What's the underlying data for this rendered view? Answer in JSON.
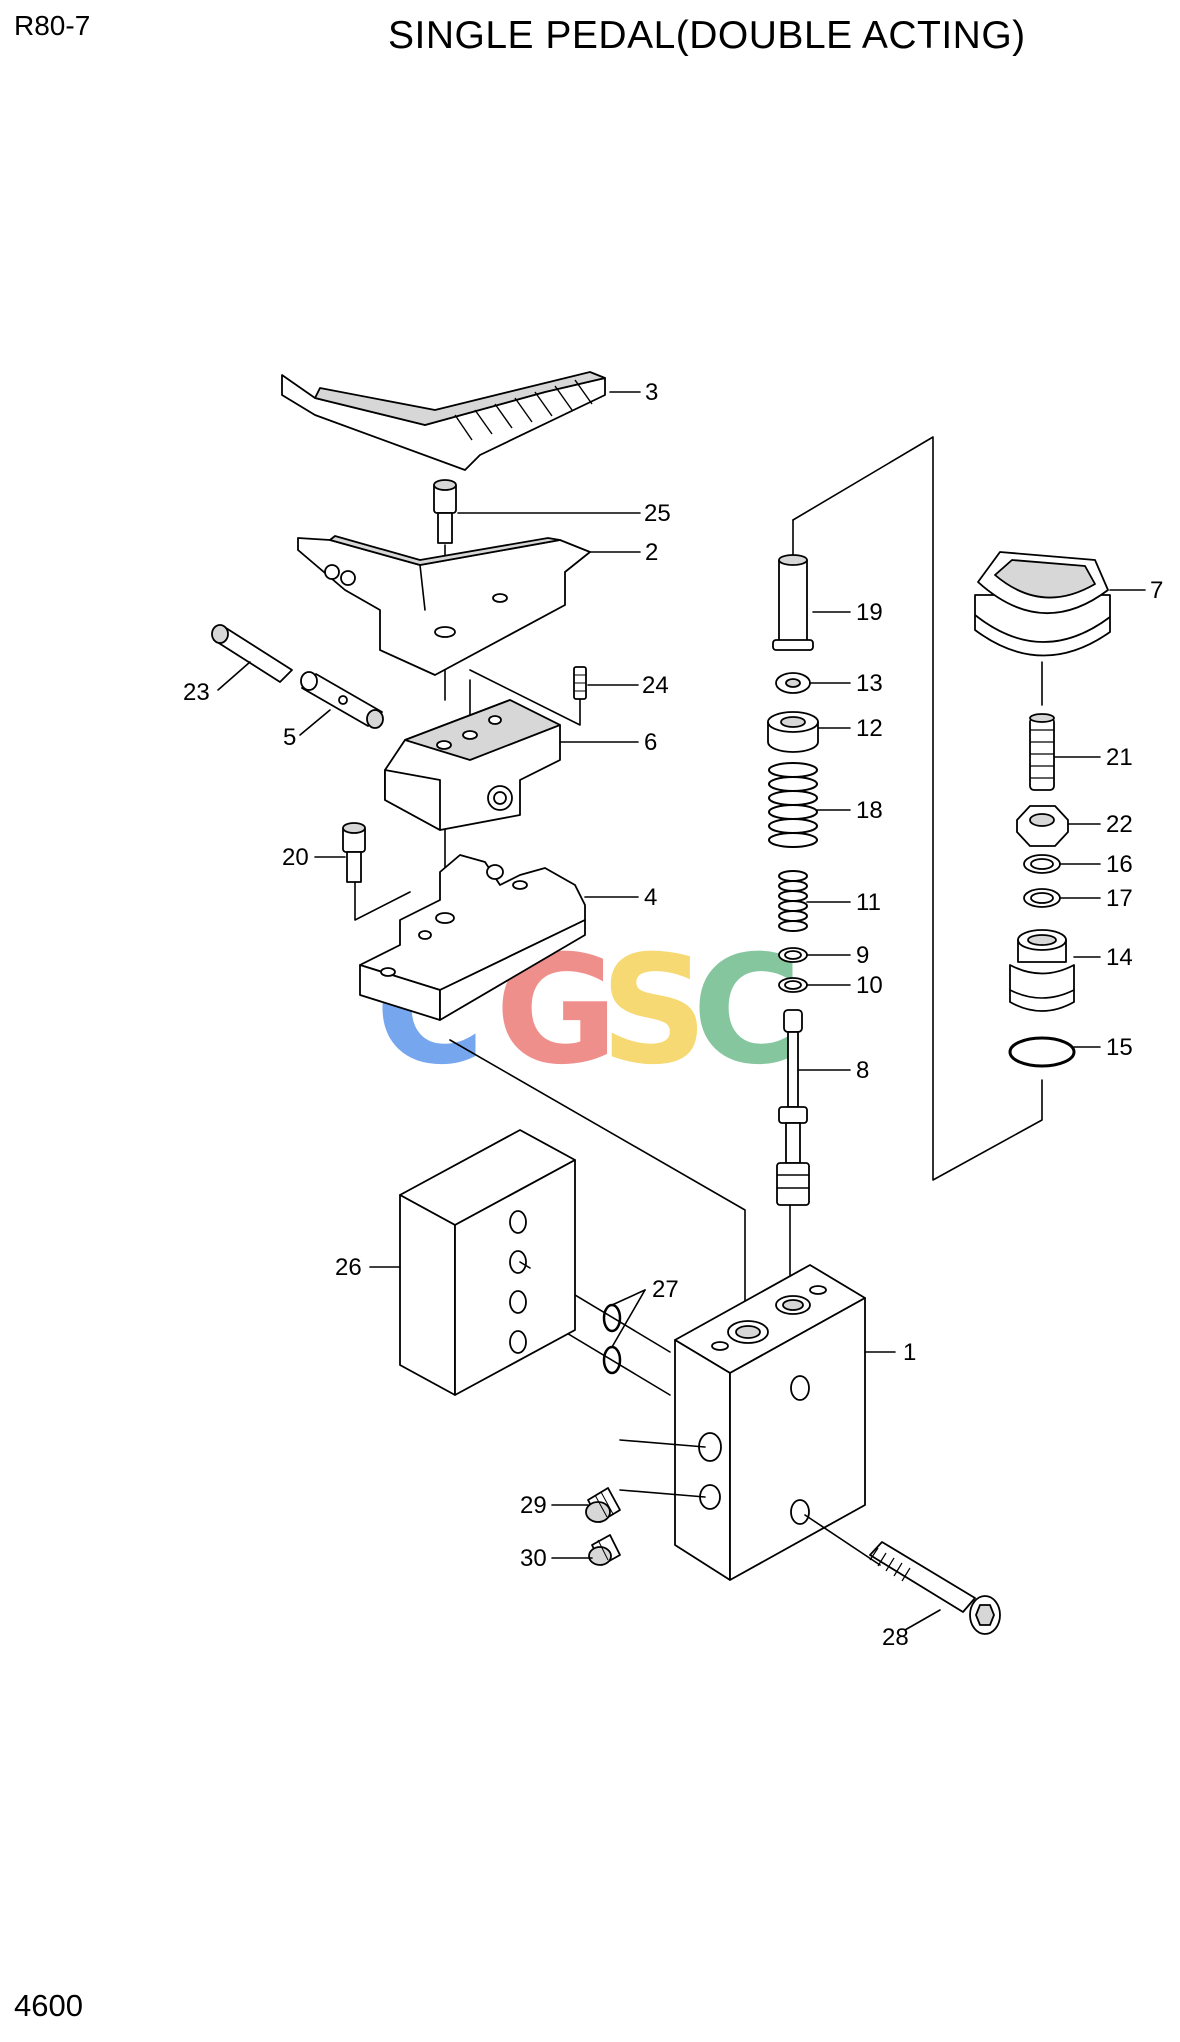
{
  "header": {
    "model": "R80-7",
    "title": "SINGLE PEDAL(DOUBLE ACTING)"
  },
  "footer": {
    "page_number": "4600"
  },
  "watermark": {
    "text": [
      "C",
      "G",
      "S",
      "C"
    ],
    "colors": [
      "#6fa3ee",
      "#ef8a86",
      "#f6d86b",
      "#7fc49a"
    ]
  },
  "callouts": {
    "p1": "1",
    "p2": "2",
    "p3": "3",
    "p4": "4",
    "p5": "5",
    "p6": "6",
    "p7": "7",
    "p8": "8",
    "p9": "9",
    "p10": "10",
    "p11": "11",
    "p12": "12",
    "p13": "13",
    "p14": "14",
    "p15": "15",
    "p16": "16",
    "p17": "17",
    "p18": "18",
    "p19": "19",
    "p20": "20",
    "p21": "21",
    "p22": "22",
    "p23": "23",
    "p24": "24",
    "p25": "25",
    "p26": "26",
    "p27": "27",
    "p28": "28",
    "p29": "29",
    "p30": "30"
  }
}
